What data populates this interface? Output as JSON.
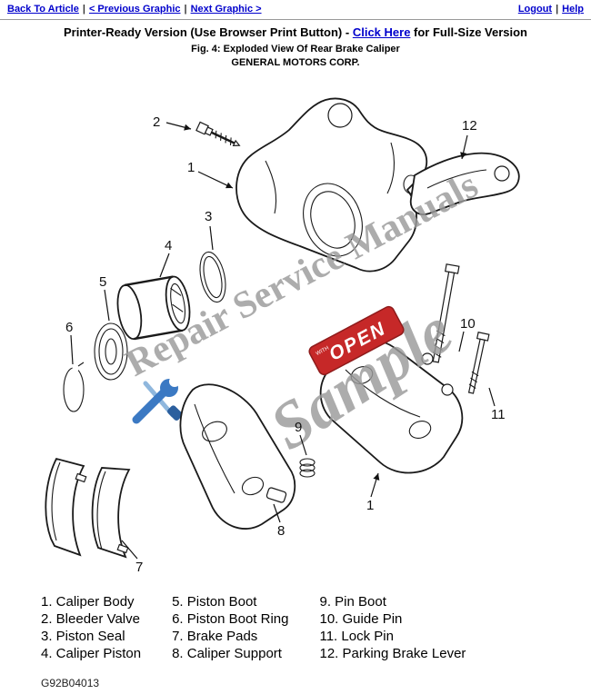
{
  "nav": {
    "back_to_article": "Back To Article",
    "previous_graphic": "< Previous Graphic",
    "next_graphic": "Next Graphic >",
    "logout": "Logout",
    "help": "Help",
    "separator": "|"
  },
  "header": {
    "printer_ready_prefix": "Printer-Ready Version (Use Browser Print Button) - ",
    "click_here_label": "Click Here",
    "printer_ready_suffix": " for Full-Size Version",
    "figure_title": "Fig. 4: Exploded View Of Rear Brake Caliper",
    "manufacturer": "GENERAL MOTORS CORP."
  },
  "diagram": {
    "watermark_line1": "Repair Service Manuals",
    "watermark_line2": "Sample",
    "open_badge": "OPEN",
    "callouts": {
      "bleeder_valve": "2",
      "caliper_body_top": "1",
      "parking_brake_lever": "12",
      "piston_seal": "3",
      "caliper_piston": "4",
      "piston_boot": "5",
      "piston_boot_ring": "6",
      "pin_boot": "9",
      "guide_pin": "10",
      "lock_pin": "11",
      "caliper_support": "8",
      "caliper_body_bottom": "1",
      "brake_pads": "7"
    }
  },
  "legend": {
    "columns": [
      [
        "1. Caliper Body",
        "2. Bleeder Valve",
        "3. Piston Seal",
        "4. Caliper Piston"
      ],
      [
        "5. Piston Boot",
        "6. Piston Boot Ring",
        "7. Brake Pads",
        "8. Caliper Support"
      ],
      [
        "9. Pin Boot",
        "10. Guide Pin",
        "11. Lock Pin",
        "12. Parking Brake Lever"
      ]
    ]
  },
  "footer": {
    "figure_code": "G92B04013"
  },
  "colors": {
    "link": "#0000cc",
    "watermark": "#9b9b9b",
    "open_badge": "#c62828",
    "tool_blue": "#3b79c3"
  }
}
